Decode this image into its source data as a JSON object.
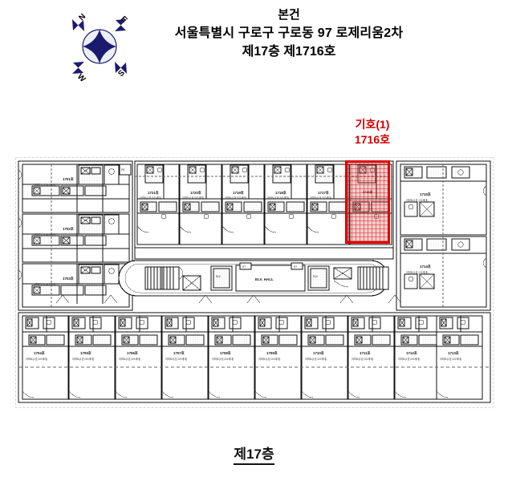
{
  "header": {
    "subject_label": "본건",
    "address": "서울특별시  구로구  구로동  97  로제리움2차",
    "unit_line": "제17층  제1716호"
  },
  "compass": {
    "north": "N",
    "east": "E",
    "south": "S",
    "west": "W",
    "icon": "compass-rose-icon",
    "color": "#1a1a6e"
  },
  "callout": {
    "mark": "기호(1)",
    "unit": "1716호",
    "color": "#d00000"
  },
  "footer": {
    "caption": "제17층"
  },
  "highlight": {
    "unit": "1716호",
    "border_color": "#e00000",
    "fill_color": "rgba(226,80,80,0.30)"
  },
  "plan": {
    "core": {
      "elevator_hall": "ELV. HALL",
      "elevator_machine": "ELV.",
      "elevator_machine_2": "ELV.",
      "stair_left": "ST",
      "stair_right": "ST",
      "ps_label": "PS"
    },
    "units_top_left": [
      {
        "id": "1701호",
        "sub": "아파트(1호,A/2세대)"
      },
      {
        "id": "1702호",
        "sub": "아파트(1호,A/2세대)"
      },
      {
        "id": "1703호",
        "sub": "아파트(1호,A/2세대)"
      }
    ],
    "units_top_middle": [
      {
        "id": "1721호",
        "sub": "아파트(1호,B/2세대)"
      },
      {
        "id": "1720호",
        "sub": "아파트(1호,B/2세대)"
      },
      {
        "id": "1719호",
        "sub": "아파트(1호,B/2세대)"
      },
      {
        "id": "1718호",
        "sub": "아파트(1호,B/2세대)"
      },
      {
        "id": "1717호",
        "sub": "아파트(1호,B/2세대)"
      },
      {
        "id": "1716호",
        "sub": "아파트(1호,B/2세대)"
      }
    ],
    "units_right": [
      {
        "id": "1715호",
        "sub": "아파트(1호,C/2세대)"
      },
      {
        "id": "1714호",
        "sub": "아파트(1호,C/2세대)"
      }
    ],
    "units_bottom": [
      {
        "id": "1704호",
        "sub": "아파트(1호,D/2세대)"
      },
      {
        "id": "1705호",
        "sub": "아파트(1호,D/2세대)"
      },
      {
        "id": "1706호",
        "sub": "아파트(1호,D/2세대)"
      },
      {
        "id": "1707호",
        "sub": "아파트(1호,D/2세대)"
      },
      {
        "id": "1708호",
        "sub": "아파트(1호,D/2세대)"
      },
      {
        "id": "1709호",
        "sub": "아파트(1호,D/2세대)"
      },
      {
        "id": "1710호",
        "sub": "아파트(1호,D/2세대)"
      },
      {
        "id": "1711호",
        "sub": "아파트(1호,D/2세대)"
      },
      {
        "id": "1712호",
        "sub": "아파트(1호,D/2세대)"
      },
      {
        "id": "1713호",
        "sub": "아파트(1호,D/2세대)"
      }
    ]
  }
}
